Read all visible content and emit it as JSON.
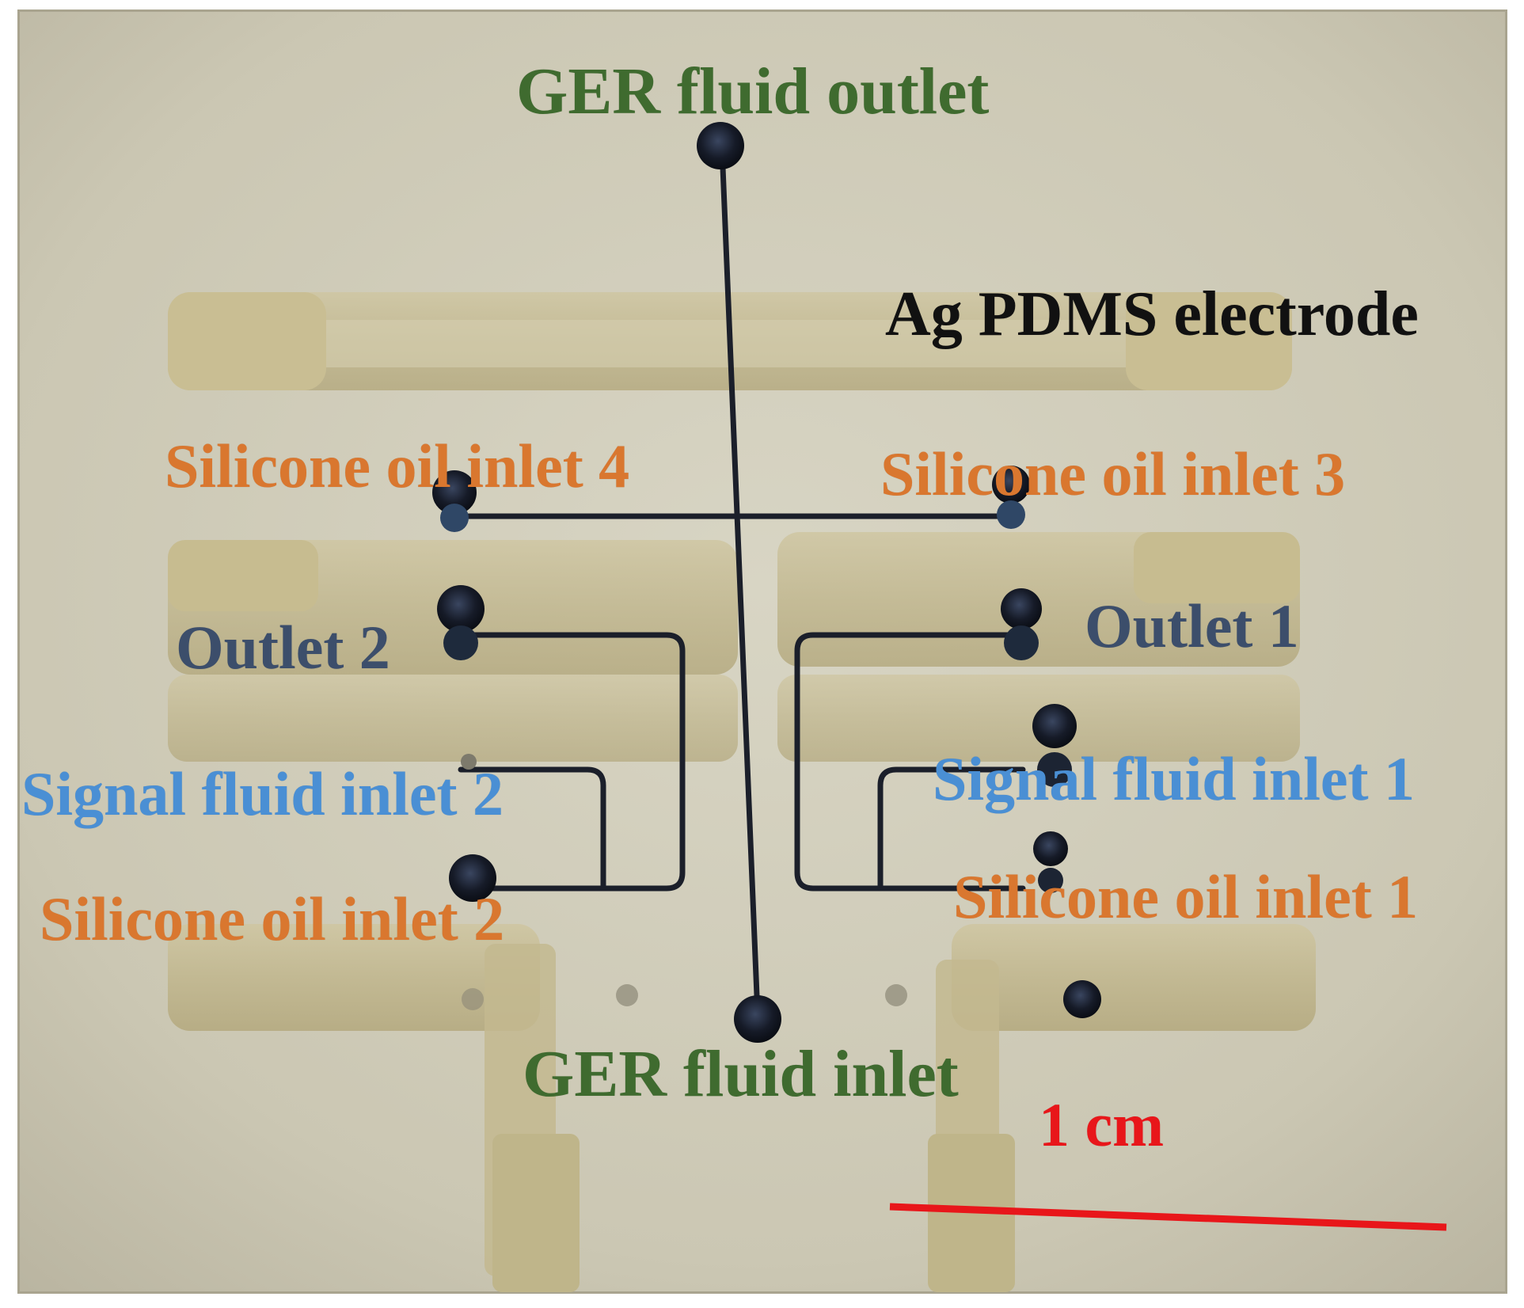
{
  "labels": {
    "ger_outlet": "GER fluid outlet",
    "electrode": "Ag PDMS electrode",
    "oil_inlet_4": "Silicone oil inlet 4",
    "oil_inlet_3": "Silicone oil inlet 3",
    "outlet_2": "Outlet 2",
    "outlet_1": "Outlet 1",
    "signal_inlet_2": "Signal fluid inlet 2",
    "signal_inlet_1": "Signal fluid inlet 1",
    "oil_inlet_2": "Silicone oil inlet 2",
    "oil_inlet_1": "Silicone oil inlet 1",
    "ger_inlet": "GER fluid inlet",
    "scale": "1 cm"
  },
  "colors": {
    "ger_label": "#3f6b2f",
    "electrode_label": "#111111",
    "oil_label": "#d9772f",
    "outlet_label": "#3c4e6b",
    "signal_label": "#4a8fd4",
    "scale_label": "#e8161a",
    "scale_bar": "#e8161a",
    "chip_background": "#cfcbb8",
    "electrode_fill": "#c6bd97",
    "channel": "#1b1f2a",
    "port": "#10131c"
  },
  "icons": {
    "photo": "microfluidic-chip-photo",
    "port": "port-hole",
    "scale_bar": "scale-bar"
  }
}
